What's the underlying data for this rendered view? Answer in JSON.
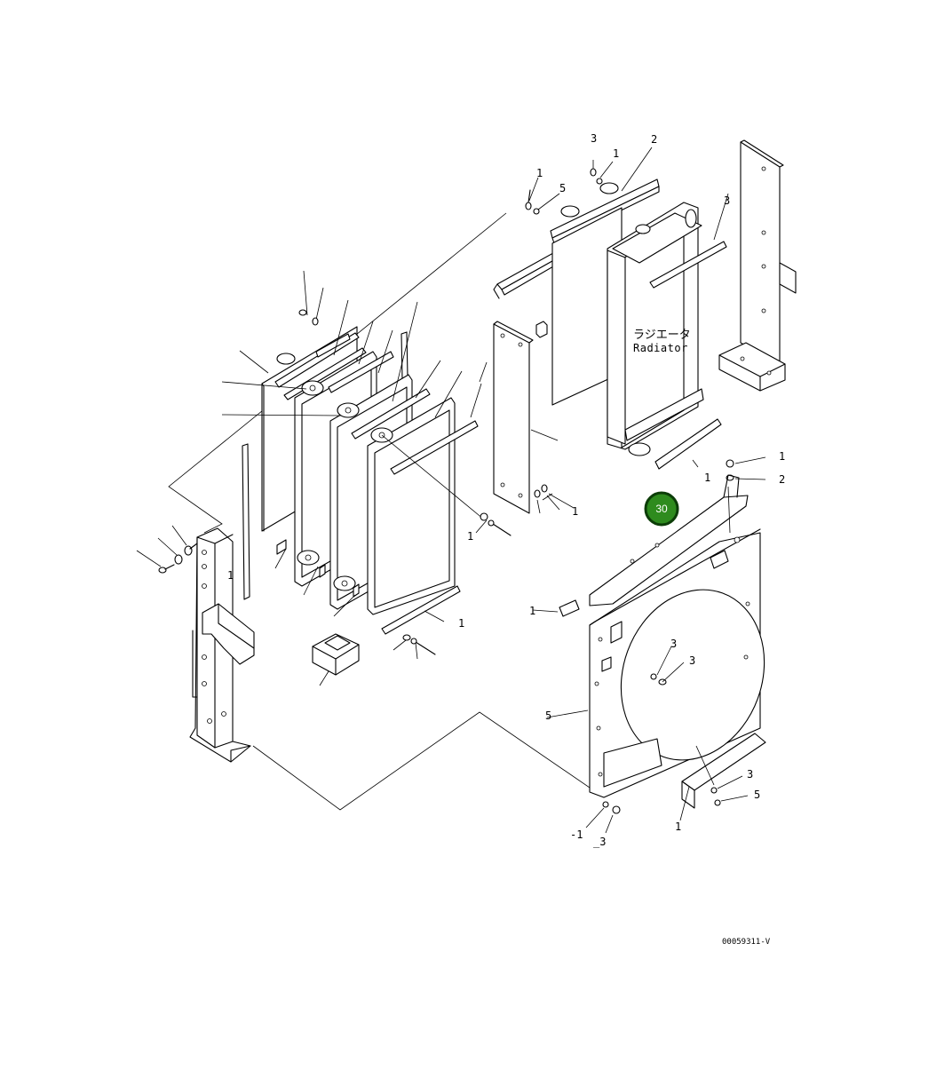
{
  "diagram": {
    "part_label_jp": "ラジエータ",
    "part_label_en": "Radiator",
    "drawing_id": "00059311-V",
    "highlighted_callout": "30",
    "callout_color": "#2e8b1e",
    "labels": [
      {
        "name": "label-3-top",
        "text": "3"
      },
      {
        "name": "label-2-top",
        "text": "2"
      },
      {
        "name": "label-1-top-a",
        "text": "1"
      },
      {
        "name": "label-1-top-b",
        "text": "1"
      },
      {
        "name": "label-5-top",
        "text": "5"
      },
      {
        "name": "label-3-right-bar",
        "text": "3"
      },
      {
        "name": "label-1-right",
        "text": "1"
      },
      {
        "name": "label-2-right",
        "text": "2"
      },
      {
        "name": "label-1-mid",
        "text": "1"
      },
      {
        "name": "label-3-shroud-a",
        "text": "3"
      },
      {
        "name": "label-3-shroud-b",
        "text": "3"
      },
      {
        "name": "label-5-lower",
        "text": "5"
      },
      {
        "name": "label-1-lower",
        "text": "1"
      },
      {
        "name": "label-3-bottom",
        "text": "3"
      },
      {
        "name": "label-5-bottom",
        "text": "5"
      },
      {
        "name": "label-1-bottom",
        "text": "1"
      },
      {
        "name": "label-1-pad",
        "text": "1"
      },
      {
        "name": "label-1-center",
        "text": "1"
      },
      {
        "name": "label-1-plate",
        "text": "1"
      },
      {
        "name": "label-1-left",
        "text": "1"
      }
    ]
  }
}
